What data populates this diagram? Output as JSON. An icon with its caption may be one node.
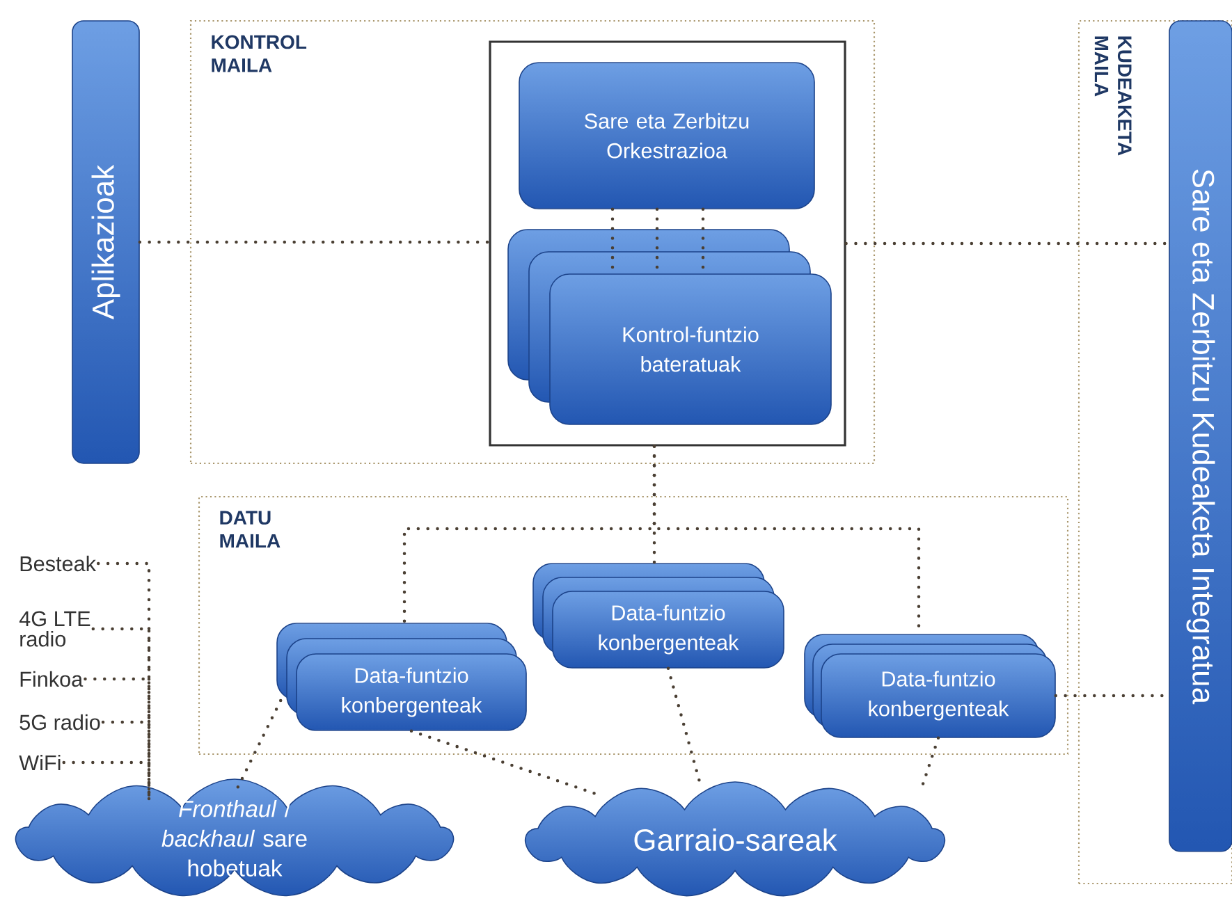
{
  "diagram": {
    "nodes": [
      {
        "text": [
          "KONTROL MAILA"
        ]
      },
      {
        "text": [],
        "shape": "box",
        "in": 0
      },
      {
        "text": [
          "Sare eta Zerbitzu Orkestrazioa"
        ],
        "in": 1
      },
      {
        "text": [
          "Kontrol-funtzio bateratuak"
        ],
        "in": 1
      },
      {
        "text": [
          "Aplikazioak"
        ]
      },
      {
        "text": [
          "KUDEAKETA MAILA"
        ]
      },
      {
        "text": [
          "Sare eta Zerbitzu Kudeaketa Integratua"
        ],
        "in": 5
      },
      {
        "text": [
          "DATU MAILA"
        ]
      },
      {
        "text": [
          "Data-funtzio konbergenteak"
        ],
        "in": 7
      },
      {
        "text": [
          "Data-funtzio konbergenteak"
        ],
        "in": 7
      },
      {
        "text": [
          "Data-funtzio konbergenteak"
        ],
        "in": 7
      },
      {
        "text": [
          "*Fronthaul* / *backhaul* sare hobetuak"
        ]
      },
      {
        "text": [
          "Garraio-sareak"
        ]
      },
      {
        "text": [
          "Besteak"
        ]
      },
      {
        "text": [
          "4G LTE radio"
        ]
      },
      {
        "text": [
          "Finkoa"
        ]
      },
      {
        "text": [
          "5G radio"
        ]
      },
      {
        "text": [
          "WiFi"
        ]
      }
    ],
    "edges": [
      {
        "from": 4,
        "to": 1,
        "arrow": "none"
      },
      {
        "from": 1,
        "to": 6,
        "arrow": "none"
      },
      {
        "from": 2,
        "to": 3,
        "arrow": "none"
      },
      {
        "from": 2,
        "to": 3,
        "arrow": "none"
      },
      {
        "from": 2,
        "to": 3,
        "arrow": "none"
      },
      {
        "from": 1,
        "to": 8,
        "arrow": "none"
      },
      {
        "from": 1,
        "to": 9,
        "arrow": "none"
      },
      {
        "from": 1,
        "to": 10,
        "arrow": "none"
      },
      {
        "from": 8,
        "to": 11,
        "arrow": "none"
      },
      {
        "from": 8,
        "to": 12,
        "arrow": "none"
      },
      {
        "from": 9,
        "to": 12,
        "arrow": "none"
      },
      {
        "from": 10,
        "to": 12,
        "arrow": "none"
      },
      {
        "from": 10,
        "to": 6,
        "arrow": "none"
      },
      {
        "from": 13,
        "to": 11,
        "arrow": "none"
      },
      {
        "from": 14,
        "to": 11,
        "arrow": "none"
      },
      {
        "from": 15,
        "to": 11,
        "arrow": "none"
      },
      {
        "from": 16,
        "to": 11,
        "arrow": "none"
      },
      {
        "from": 17,
        "to": 11,
        "arrow": "none"
      }
    ]
  }
}
